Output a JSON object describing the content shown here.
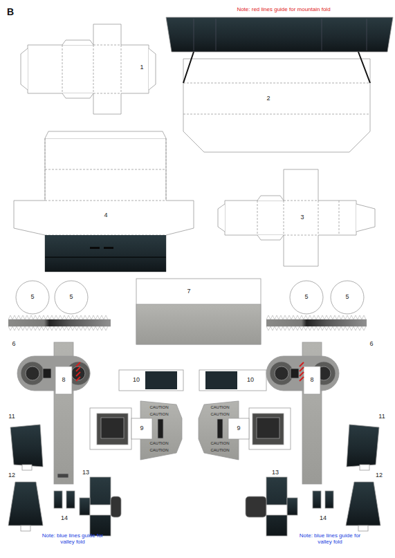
{
  "diagram": {
    "labels": [
      "B",
      "Note: red lines guide for mountain fold",
      "1",
      "2",
      "4",
      "3",
      "5",
      "5",
      "7",
      "5",
      "5",
      "6",
      "6",
      "8",
      "10",
      "10",
      "8",
      "11",
      "9",
      "CAUTION",
      "CAUTION",
      "CAUTION",
      "CAUTION",
      "9",
      "CAUTION",
      "CAUTION",
      "CAUTION",
      "CAUTION",
      "11",
      "12",
      "14",
      "13",
      "13",
      "14",
      "12",
      "Note: blue lines guide for valley fold",
      "Note: blue lines guide for valley fold"
    ]
  }
}
